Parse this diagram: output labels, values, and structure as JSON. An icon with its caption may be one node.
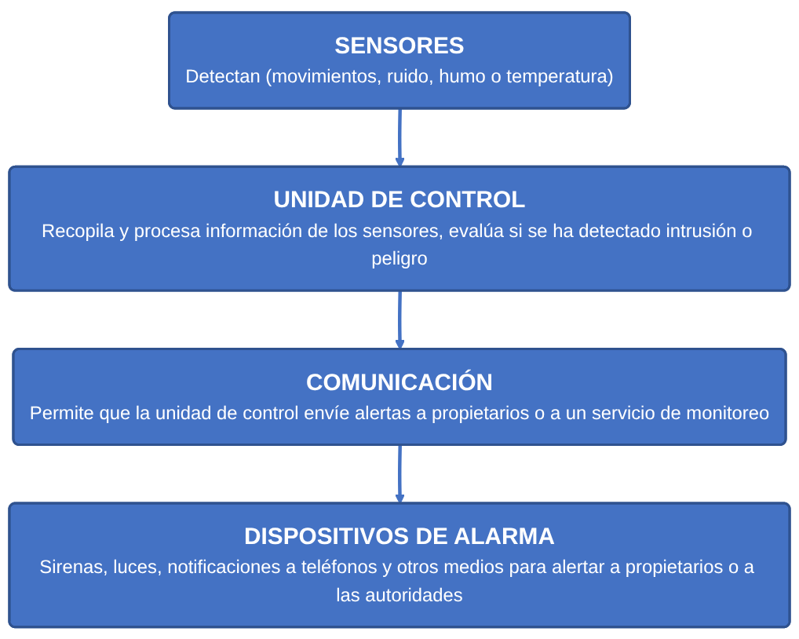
{
  "diagram": {
    "nodes": [
      {
        "text": [
          "SENSORES",
          "Detectan (movimientos, ruido, humo o temperatura)"
        ]
      },
      {
        "text": [
          "UNIDAD DE CONTROL",
          "Recopila y procesa información de los sensores, evalúa si se ha detectado intrusión o peligro"
        ]
      },
      {
        "text": [
          "COMUNICACIÓN",
          "Permite que la unidad de control envíe alertas a propietarios o a un servicio de monitoreo"
        ]
      },
      {
        "text": [
          "DISPOSITIVOS DE ALARMA",
          "Sirenas, luces, notificaciones a teléfonos y otros medios para alertar a propietarios o a las autoridades"
        ]
      }
    ],
    "edges": [
      {
        "from": 0,
        "to": 1,
        "arrow": "to"
      },
      {
        "from": 1,
        "to": 2,
        "arrow": "to"
      },
      {
        "from": 2,
        "to": 3,
        "arrow": "to"
      }
    ]
  }
}
